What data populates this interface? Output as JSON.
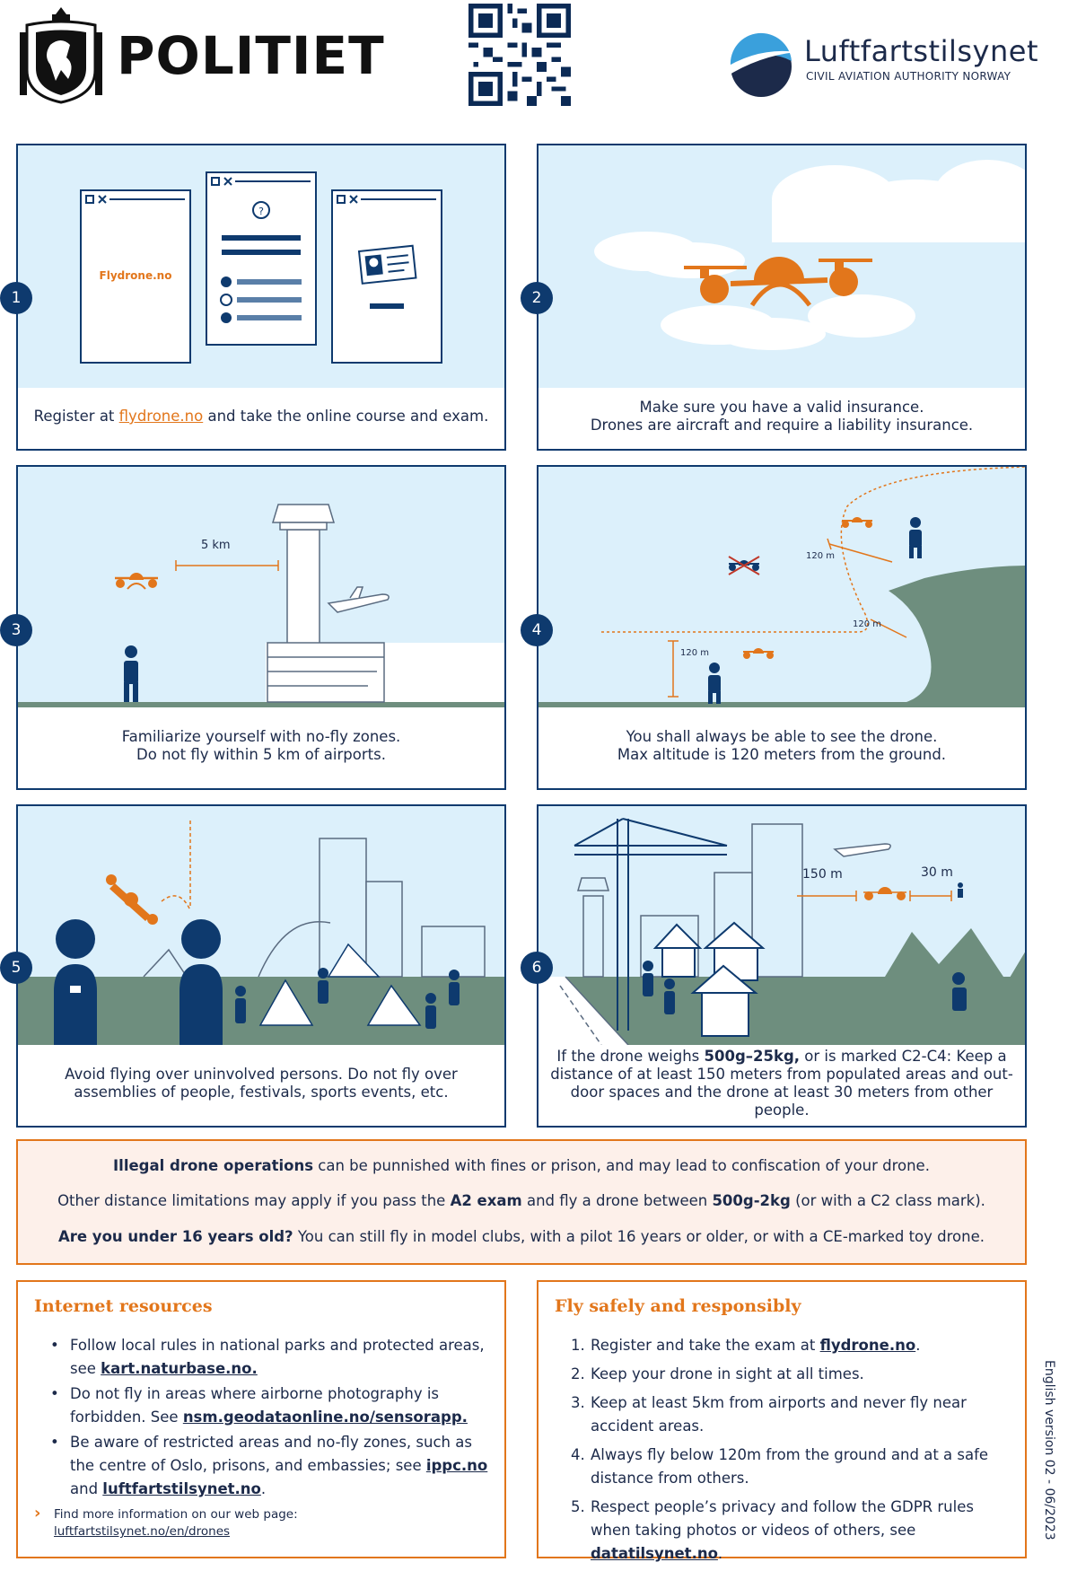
{
  "header": {
    "police_name": "POLITIET",
    "authority_name": "Luftfartstilsynet",
    "authority_subtitle": "CIVIL AVIATION AUTHORITY NORWAY"
  },
  "panels": [
    {
      "number": "1",
      "caption_pre": "Register at ",
      "caption_link": "flydrone.no",
      "caption_post": " and take the online course and exam.",
      "window_text": "Flydrone.no"
    },
    {
      "number": "2",
      "caption_line1": "Make sure you have a valid insurance.",
      "caption_line2": "Drones are aircraft and require a liability insurance."
    },
    {
      "number": "3",
      "caption_line1": "Familiarize yourself with no-fly zones.",
      "caption_line2": "Do not fly within 5 km of airports.",
      "distance_label": "5 km"
    },
    {
      "number": "4",
      "caption_line1": "You shall always be able to see the drone.",
      "caption_line2": "Max altitude is 120 meters from the ground.",
      "alt_label_1": "120 m",
      "alt_label_2": "120 m",
      "alt_label_3": "120 m"
    },
    {
      "number": "5",
      "caption_line1": "Avoid flying over uninvolved persons. Do not fly over",
      "caption_line2": "assemblies of people, festivals, sports events, etc."
    },
    {
      "number": "6",
      "caption_pre": "If the drone weighs ",
      "caption_bold": "500g–25kg,",
      "caption_mid": " or is marked C2-C4: Keep a",
      "caption_line2": "distance of at least 150 meters from populated areas and out-",
      "caption_line3": "door spaces and the drone at least 30 meters from other people.",
      "dist_150": "150 m",
      "dist_30": "30 m"
    }
  ],
  "notice": {
    "line1_bold": "Illegal drone operations",
    "line1_rest": " can be punnished with fines or prison, and may lead to confiscation of your drone.",
    "line2_a": "Other distance limitations may apply if you pass the ",
    "line2_b": "A2 exam",
    "line2_c": " and fly a drone between ",
    "line2_d": "500g-2kg",
    "line2_e": " (or with a C2 class mark).",
    "line3_bold": "Are you under 16 years old?",
    "line3_rest": " You can still fly in model clubs, with a pilot 16 years or older, or with a CE-marked toy drone."
  },
  "internet_resources": {
    "title": "Internet resources",
    "items": [
      {
        "line1": "Follow local rules in national parks and protected areas,",
        "pre": "see ",
        "link": "kart.naturbase.no.",
        "post": ""
      },
      {
        "line1": "Do not fly in areas where airborne photography is",
        "pre": "forbidden. See ",
        "link": "nsm.geodataonline.no/sensorapp.",
        "post": ""
      },
      {
        "line1": "Be aware of restricted areas and no-fly zones, such as",
        "line2_pre": "the centre of Oslo, prisons, and embassies; see ",
        "link1": "ippc.no",
        "line3_pre": "and ",
        "link2": "luftfartstilsynet.no",
        "post": "."
      }
    ],
    "more_text": "Find more information on our web page:",
    "more_link": "luftfartstilsynet.no/en/drones"
  },
  "fly_safely": {
    "title": "Fly safely and responsibly",
    "items": [
      {
        "n": "1.",
        "pre": "Register and take the exam at ",
        "link": "flydrone.no",
        "post": "."
      },
      {
        "n": "2.",
        "text": "Keep your drone in sight at all times."
      },
      {
        "n": "3.",
        "text": "Keep at least 5km from airports and never fly near accident areas."
      },
      {
        "n": "4.",
        "text": "Always fly below 120m from the ground and at a safe distance from others."
      },
      {
        "n": "5.",
        "pre": "Respect people’s privacy and follow the GDPR rules when taking photos or videos of others, see ",
        "link": "datatilsynet.no",
        "post": "."
      }
    ]
  },
  "version": "English  version 02 - 06/2023",
  "colors": {
    "navy": "#0e3a6e",
    "orange": "#e2761b",
    "sky": "#dcf0fb",
    "ground": "#6e8e7e"
  }
}
